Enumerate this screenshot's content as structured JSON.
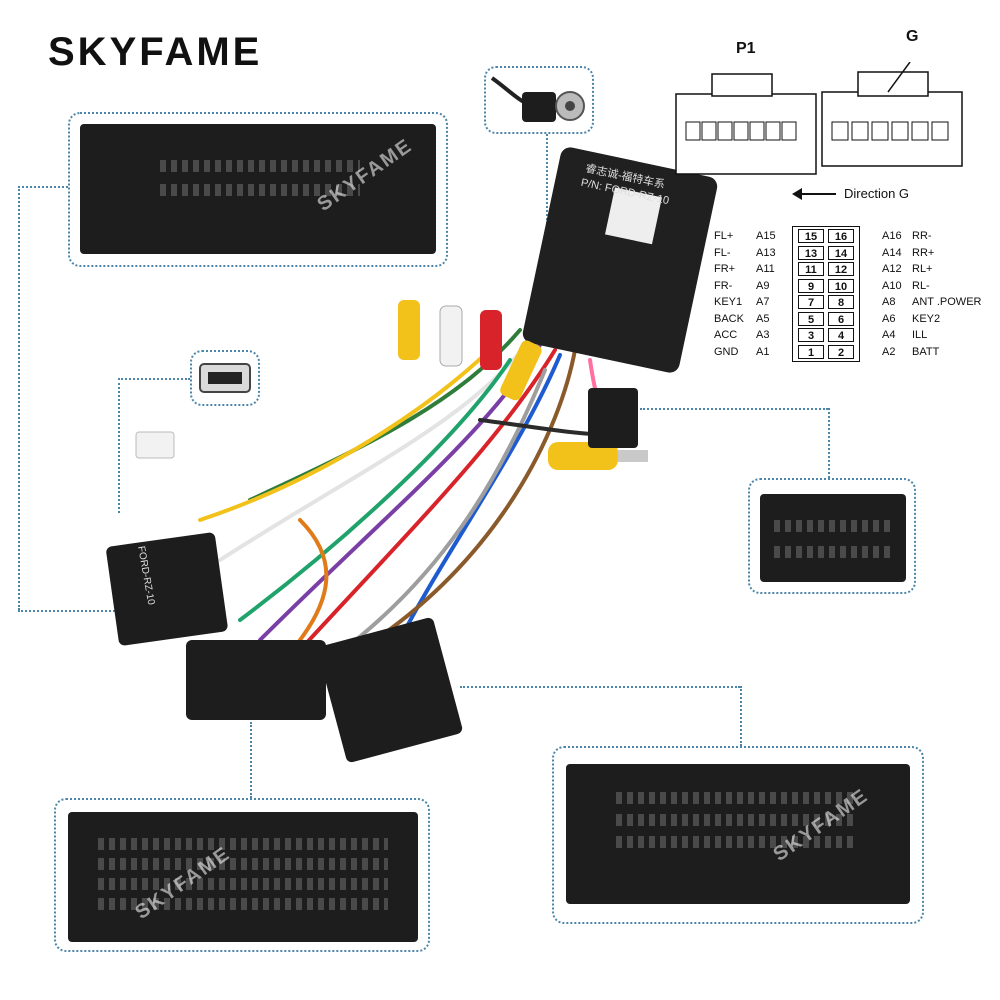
{
  "brand": {
    "name": "SKYFAME"
  },
  "watermark": "SKYFAME",
  "labels": {
    "module_line1": "睿志诚-福特车系",
    "module_line2": "P/N: FORD-RZ-10",
    "sticker": "FORD-RZ-10"
  },
  "connector_diagram": {
    "p1_label": "P1",
    "g_label": "G",
    "direction": "Direction G",
    "rows": [
      {
        "left_name": "FL+",
        "left_code": "A15",
        "left_num": "15",
        "right_num": "16",
        "right_code": "A16",
        "right_name": "RR-"
      },
      {
        "left_name": "FL-",
        "left_code": "A13",
        "left_num": "13",
        "right_num": "14",
        "right_code": "A14",
        "right_name": "RR+"
      },
      {
        "left_name": "FR+",
        "left_code": "A11",
        "left_num": "11",
        "right_num": "12",
        "right_code": "A12",
        "right_name": "RL+"
      },
      {
        "left_name": "FR-",
        "left_code": "A9",
        "left_num": "9",
        "right_num": "10",
        "right_code": "A10",
        "right_name": "RL-"
      },
      {
        "left_name": "KEY1",
        "left_code": "A7",
        "left_num": "7",
        "right_num": "8",
        "right_code": "A8",
        "right_name": "ANT .POWER"
      },
      {
        "left_name": "BACK",
        "left_code": "A5",
        "left_num": "5",
        "right_num": "6",
        "right_code": "A6",
        "right_name": "KEY2"
      },
      {
        "left_name": "ACC",
        "left_code": "A3",
        "left_num": "3",
        "right_num": "4",
        "right_code": "A4",
        "right_name": "ILL"
      },
      {
        "left_name": "GND",
        "left_code": "A1",
        "left_num": "1",
        "right_num": "2",
        "right_code": "A2",
        "right_name": "BATT"
      }
    ]
  },
  "colors": {
    "lead": "#4b86a8",
    "connector": "#1d1d1d",
    "rca_red": "#d8232a",
    "rca_white": "#f2f2f2",
    "rca_yellow": "#f2c21b"
  }
}
